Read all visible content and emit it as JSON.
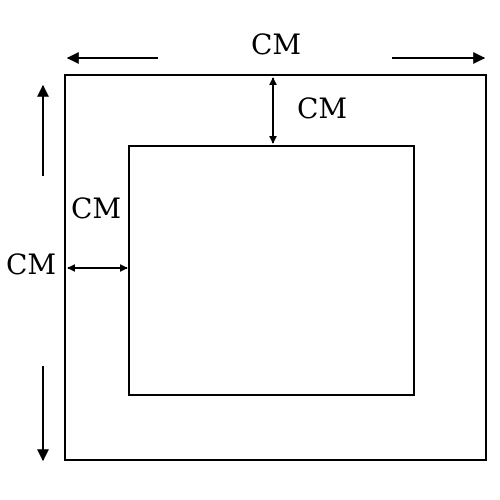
{
  "colors": {
    "stroke": "#000000",
    "background": "#ffffff"
  },
  "labels": {
    "outer_width": "CM",
    "top_gap": "CM",
    "left_gap": "CM",
    "outer_height": "CM"
  },
  "shapes": {
    "outer_square": "outer-square",
    "inner_square": "inner-square"
  }
}
